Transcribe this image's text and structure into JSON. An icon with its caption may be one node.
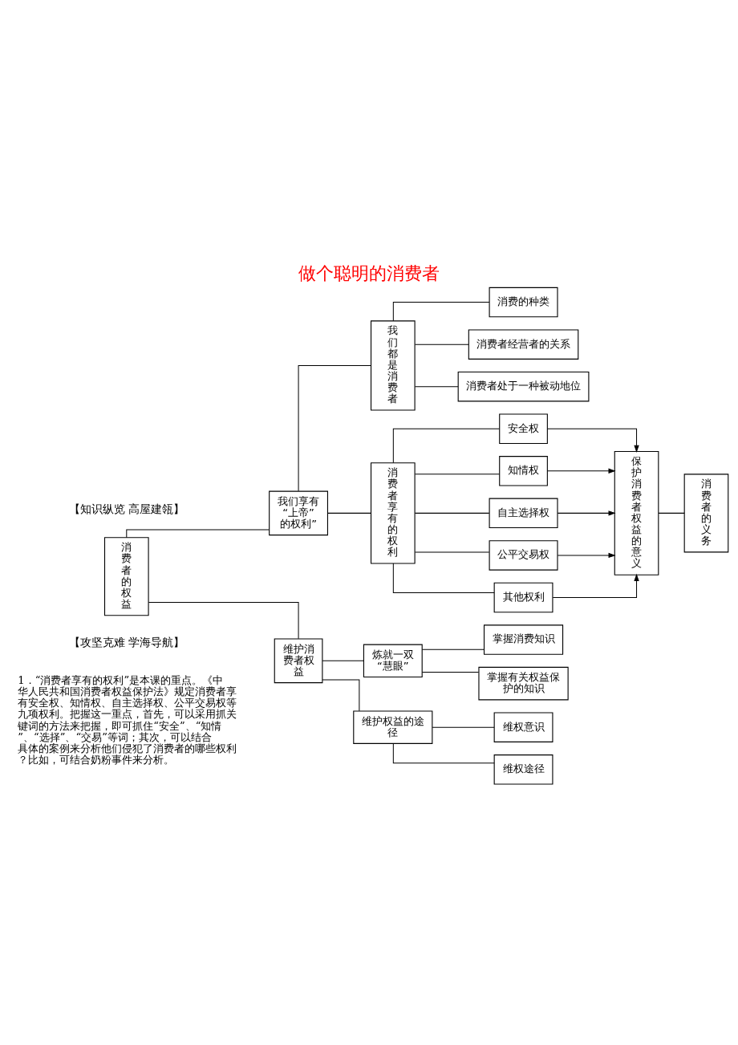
{
  "diagram": {
    "title": "做个聪明的消费者",
    "nodes": [
      {
        "text": [
          "消费者的权益"
        ]
      },
      {
        "text": [
          "我们享有“上帝”的权利”"
        ]
      },
      {
        "text": [
          "我们都是消费者"
        ]
      },
      {
        "text": [
          "消费的种类"
        ]
      },
      {
        "text": [
          "消费者经营者的关系"
        ]
      },
      {
        "text": [
          "消费者处于一种被动地位"
        ]
      },
      {
        "text": [
          "消费者享有的权利"
        ]
      },
      {
        "text": [
          "安全权"
        ]
      },
      {
        "text": [
          "知情权"
        ]
      },
      {
        "text": [
          "自主选择权"
        ]
      },
      {
        "text": [
          "公平交易权"
        ]
      },
      {
        "text": [
          "其他权利"
        ]
      },
      {
        "text": [
          "保护消费者权益的意义"
        ]
      },
      {
        "text": [
          "消费者的义务"
        ]
      },
      {
        "text": [
          "维护消费者权益"
        ]
      },
      {
        "text": [
          "炼就一双“慧眼”"
        ]
      },
      {
        "text": [
          "掌握消费知识"
        ]
      },
      {
        "text": [
          "掌握有关权益保护的知识"
        ]
      },
      {
        "text": [
          "维护权益的途径"
        ]
      },
      {
        "text": [
          "维权意识"
        ]
      },
      {
        "text": [
          "维权途径"
        ]
      }
    ],
    "edges": [
      {
        "from": 0,
        "to": 1,
        "arrow": "none"
      },
      {
        "from": 0,
        "to": 14,
        "arrow": "none"
      },
      {
        "from": 1,
        "to": 2,
        "arrow": "none"
      },
      {
        "from": 1,
        "to": 6,
        "arrow": "none"
      },
      {
        "from": 2,
        "to": 3,
        "arrow": "none"
      },
      {
        "from": 2,
        "to": 4,
        "arrow": "none"
      },
      {
        "from": 2,
        "to": 5,
        "arrow": "none"
      },
      {
        "from": 6,
        "to": 7,
        "arrow": "none"
      },
      {
        "from": 6,
        "to": 8,
        "arrow": "none"
      },
      {
        "from": 6,
        "to": 9,
        "arrow": "none"
      },
      {
        "from": 6,
        "to": 10,
        "arrow": "none"
      },
      {
        "from": 6,
        "to": 11,
        "arrow": "none"
      },
      {
        "from": 7,
        "to": 12,
        "arrow": "to"
      },
      {
        "from": 8,
        "to": 12,
        "arrow": "to"
      },
      {
        "from": 9,
        "to": 12,
        "arrow": "to"
      },
      {
        "from": 10,
        "to": 12,
        "arrow": "to"
      },
      {
        "from": 11,
        "to": 12,
        "arrow": "to"
      },
      {
        "from": 12,
        "to": 13,
        "arrow": "none"
      },
      {
        "from": 14,
        "to": 15,
        "arrow": "none"
      },
      {
        "from": 14,
        "to": 18,
        "arrow": "none"
      },
      {
        "from": 15,
        "to": 16,
        "arrow": "none"
      },
      {
        "from": 15,
        "to": 17,
        "arrow": "none"
      },
      {
        "from": 18,
        "to": 19,
        "arrow": "none"
      },
      {
        "from": 18,
        "to": 20,
        "arrow": "none"
      }
    ],
    "labels": [
      "【知识纵览 高屋建瓴】",
      "【攻坚克难 学海导航】",
      "1．“消费者享有的权利”是本课的重点。《中华人民共和国消费者权益保护法》规定消费者享有安全权、知情权、自主选择权、公平交易权等九项权利。把握这一重点，首先，可以采用抓关键词的方法来把握，即可抓住“安全”、“知情”、“选择”、“交易”等词；其次，可以结合具体的案例来分析他们侵犯了消费者的哪些权利？比如，可结合奶粉事件来分析。"
    ]
  }
}
